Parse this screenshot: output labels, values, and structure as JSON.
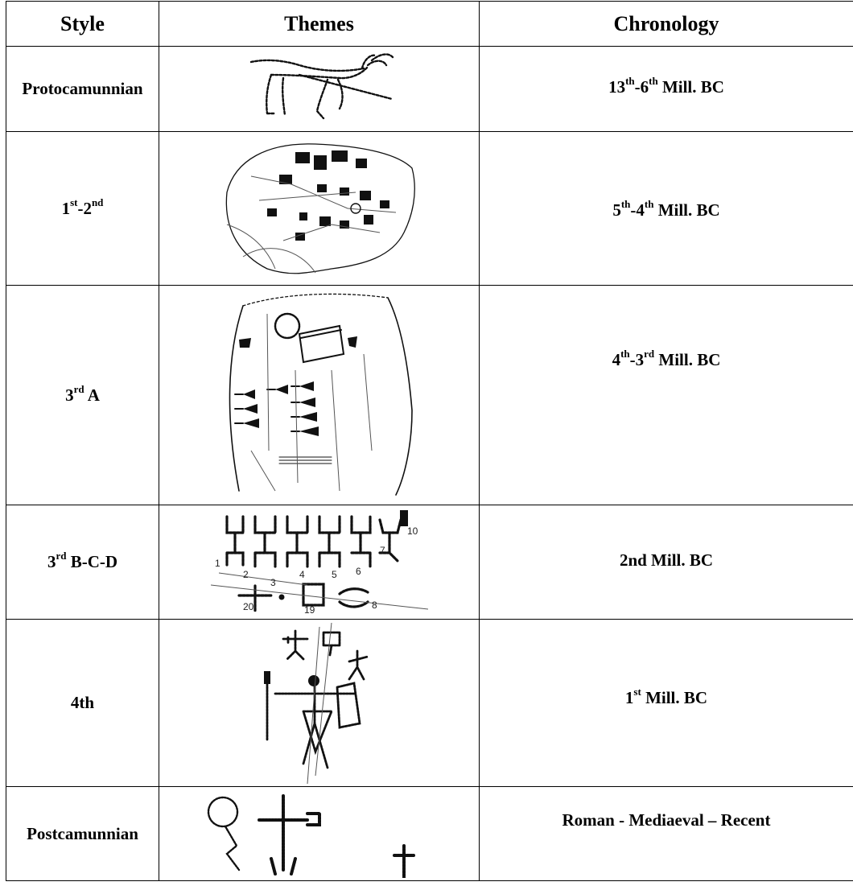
{
  "headers": {
    "style": "Style",
    "themes": "Themes",
    "chronology": "Chronology"
  },
  "rows": [
    {
      "style": {
        "base": "Protocamunnian"
      },
      "chronology": {
        "a": "13",
        "a_sup": "th",
        "b": "-6",
        "b_sup": "th",
        "c": " Mill. BC"
      },
      "theme_icon": "deer-petroglyph"
    },
    {
      "style": {
        "a": "1",
        "a_sup": "st",
        "b": "-2",
        "b_sup": "nd"
      },
      "chronology": {
        "a": "5",
        "a_sup": "th",
        "b": "-4",
        "b_sup": "th",
        "c": " Mill. BC"
      },
      "theme_icon": "village-map-petroglyph"
    },
    {
      "style": {
        "a": "3",
        "a_sup": "rd",
        "b": " A"
      },
      "chronology": {
        "a": "4",
        "a_sup": "th",
        "b": "-3",
        "b_sup": "rd",
        "c": "  Mill. BC"
      },
      "theme_icon": "composition-petroglyph"
    },
    {
      "style": {
        "a": "3",
        "a_sup": "rd",
        "b": " B-C-D"
      },
      "chronology": {
        "text": "2nd  Mill. BC"
      },
      "theme_icon": "praying-figures-petroglyph",
      "figure_numbers": [
        "1",
        "2",
        "3",
        "4",
        "5",
        "6",
        "7",
        "10",
        "20",
        "19",
        "8"
      ]
    },
    {
      "style": {
        "base": "4th"
      },
      "chronology": {
        "a": "1",
        "a_sup": "st",
        "b": " Mill. BC"
      },
      "theme_icon": "warriors-petroglyph"
    },
    {
      "style": {
        "base": "Postcamunnian"
      },
      "chronology": {
        "text": "Roman - Mediaeval – Recent"
      },
      "theme_icon": "crosses-petroglyph"
    }
  ]
}
